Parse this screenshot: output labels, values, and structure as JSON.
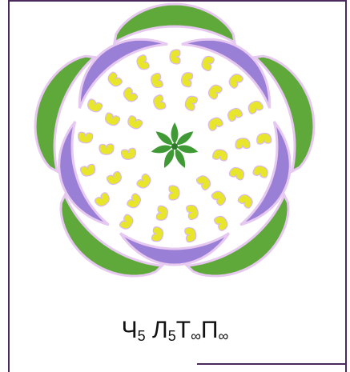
{
  "formula": {
    "parts": [
      {
        "symbol": "Ч",
        "sub": "5"
      },
      {
        "symbol": "Л",
        "sub": "5"
      },
      {
        "symbol": "Т",
        "sub": "∞"
      },
      {
        "symbol": "П",
        "sub": "∞"
      }
    ]
  },
  "diagram": {
    "sepal_count": 5,
    "petal_count": 5,
    "pistil_leaflet_count": 7,
    "colors": {
      "sepal": "#5fa83a",
      "sepal_outline": "#e6c8f0",
      "petal": "#9a7fd6",
      "petal_outline": "#e6c8f0",
      "stamen": "#e8e62a",
      "pistil": "#3f9a35",
      "ring_outline": "#d9b8ee"
    }
  }
}
